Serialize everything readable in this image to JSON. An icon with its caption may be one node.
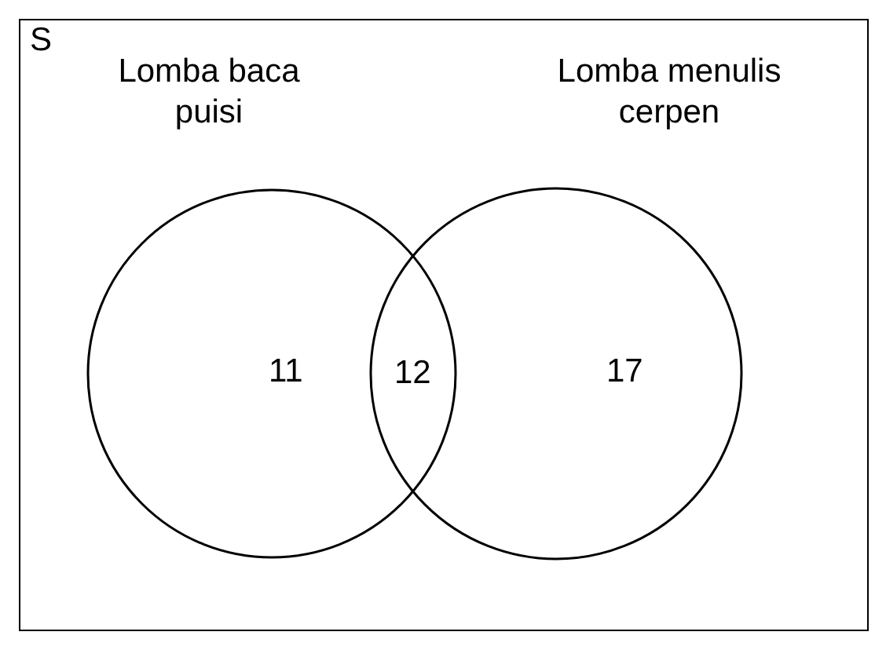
{
  "diagram": {
    "nodes": [
      {
        "text": [
          "S"
        ]
      },
      {
        "text": [
          "Lomba baca puisi",
          "11"
        ],
        "in": 0
      },
      {
        "text": [
          "Lomba menulis cerpen",
          "17"
        ],
        "in": 0
      }
    ],
    "labels": [
      "12"
    ]
  }
}
